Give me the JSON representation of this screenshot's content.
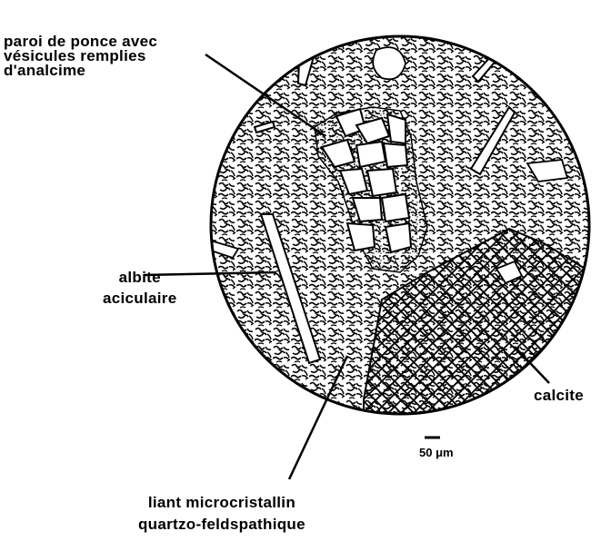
{
  "labels": {
    "pumice": [
      "paroi de ponce avec",
      "vésicules remplies",
      "d'analcime"
    ],
    "albite": [
      "albite",
      "aciculaire"
    ],
    "calcite": "calcite",
    "binder": [
      "liant microcristallin",
      "quartzo-feldspathique"
    ]
  },
  "scale_bar": {
    "text": "50 μm"
  },
  "colors": {
    "ink": "#000000",
    "paper": "#ffffff"
  }
}
